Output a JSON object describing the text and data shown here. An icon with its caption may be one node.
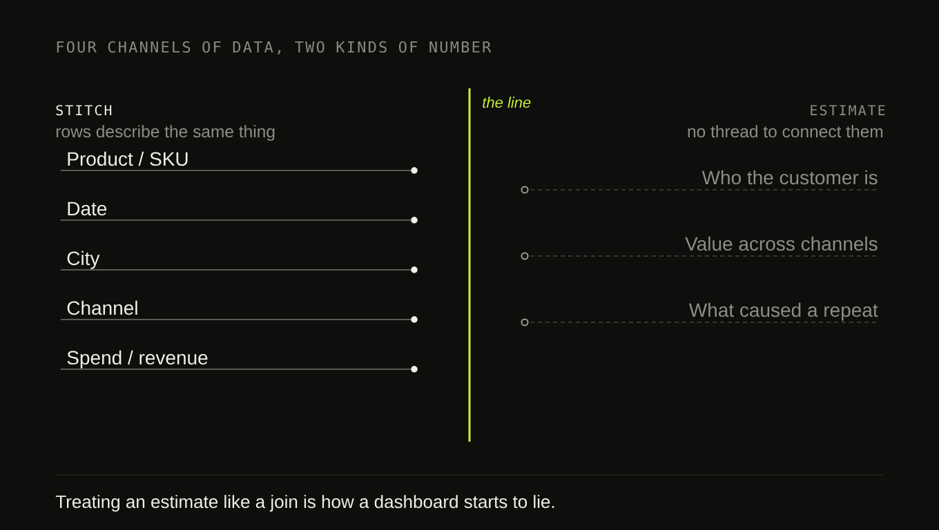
{
  "diagram": {
    "title": "FOUR CHANNELS OF DATA, TWO KINDS OF NUMBER",
    "caption": "Treating an estimate like a join is how a dashboard starts to lie.",
    "nodes": [
      {
        "text": [
          "Product / SKU"
        ]
      },
      {
        "text": [
          "Date"
        ]
      },
      {
        "text": [
          "City"
        ]
      },
      {
        "text": [
          "Channel"
        ]
      },
      {
        "text": [
          "Spend / revenue"
        ]
      },
      {
        "text": [
          "Who the customer is"
        ]
      },
      {
        "text": [
          "Value across channels"
        ]
      },
      {
        "text": [
          "What caused a repeat"
        ]
      }
    ],
    "labels": [
      "STITCH",
      "rows describe the same thing",
      "the line",
      "ESTIMATE",
      "no thread to connect them"
    ]
  }
}
